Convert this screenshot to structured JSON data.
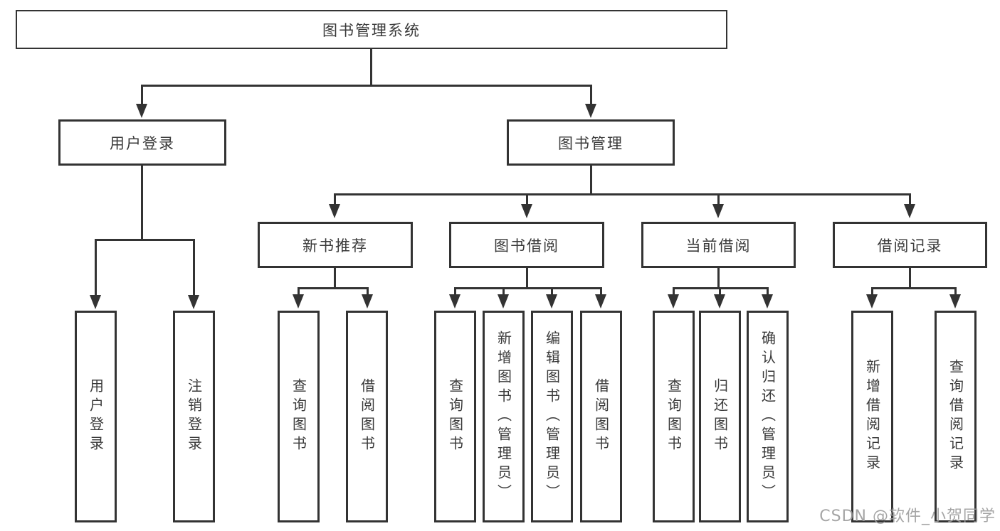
{
  "diagram_type": "hierarchy-tree",
  "tree": {
    "label": "图书管理系统",
    "children": [
      {
        "label": "用户登录",
        "children": [
          {
            "label": "用户登录"
          },
          {
            "label": "注销登录"
          }
        ]
      },
      {
        "label": "图书管理",
        "children": [
          {
            "label": "新书推荐",
            "children": [
              {
                "label": "查询图书"
              },
              {
                "label": "借阅图书"
              }
            ]
          },
          {
            "label": "图书借阅",
            "children": [
              {
                "label": "查询图书"
              },
              {
                "label": "新增图书（管理员）"
              },
              {
                "label": "编辑图书（管理员）"
              },
              {
                "label": "借阅图书"
              }
            ]
          },
          {
            "label": "当前借阅",
            "children": [
              {
                "label": "查询图书"
              },
              {
                "label": "归还图书"
              },
              {
                "label": "确认归还（管理员）"
              }
            ]
          },
          {
            "label": "借阅记录",
            "children": [
              {
                "label": "新增借阅记录"
              },
              {
                "label": "查询借阅记录"
              }
            ]
          }
        ]
      }
    ]
  },
  "watermark": {
    "text": "CSDN @软件_小贺同学"
  },
  "colors": {
    "background": "#ffffff",
    "line": "#333333",
    "text": "#3a3a3a",
    "watermark": "#9c9c9c"
  }
}
